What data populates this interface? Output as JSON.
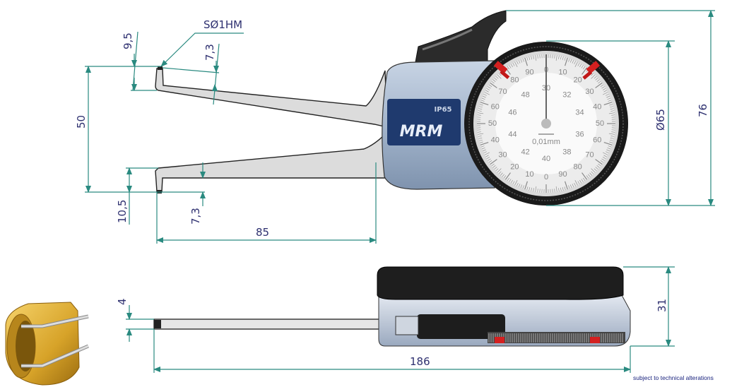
{
  "dimensions": {
    "tip": "SØ1HM",
    "upper_tip_offset": "9,5",
    "upper_arm_width": "7,3",
    "measuring_range": "50",
    "lower_tip_offset": "10,5",
    "lower_arm_width": "7,3",
    "arm_length": "85",
    "dial_diameter": "Ø65",
    "total_height": "76",
    "arm_thickness": "4",
    "body_depth": "31",
    "total_length": "186"
  },
  "gauge": {
    "brand": "MRM",
    "protection": "IP65",
    "resolution": "0,01mm",
    "outer_right_scale": [
      "0",
      "10",
      "20",
      "30",
      "40",
      "50",
      "60",
      "70",
      "80",
      "90"
    ],
    "outer_left_scale": [
      "10",
      "20",
      "30",
      "40",
      "50",
      "60",
      "70",
      "80",
      "90"
    ],
    "inner_scale": [
      "30",
      "32",
      "34",
      "36",
      "38",
      "40",
      "42",
      "44",
      "46",
      "48"
    ]
  },
  "footnote": "subject to technical alterations",
  "colors": {
    "dimension": "#2a8a80",
    "text": "#2e3070",
    "body": "#9fb2cb",
    "label": "#1f3a6e"
  }
}
